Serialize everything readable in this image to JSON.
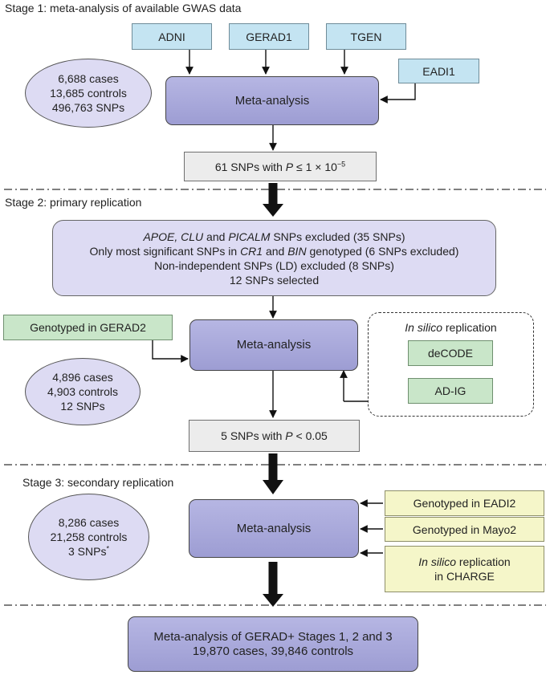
{
  "stage1": {
    "label": "Stage 1: meta-analysis of available GWAS data",
    "datasets": [
      "ADNI",
      "GERAD1",
      "TGEN",
      "EADI1"
    ],
    "sample": [
      "6,688 cases",
      "13,685 controls",
      "496,763 SNPs"
    ],
    "meta_label": "Meta-analysis",
    "result_prefix": "61 SNPs with ",
    "result_p": "P",
    "result_mid": " ≤ 1 × 10",
    "result_exp": "−5"
  },
  "stage2": {
    "label": "Stage 2: primary replication",
    "selection": {
      "line1_a": "APOE, CLU",
      "line1_b": " and ",
      "line1_c": "PICALM",
      "line1_d": " SNPs excluded (35 SNPs)",
      "line2_a": "Only most significant SNPs in ",
      "line2_b": "CR1",
      "line2_c": " and ",
      "line2_d": "BIN",
      "line2_e": " genotyped (6 SNPs excluded)",
      "line3": "Non-independent SNPs (LD) excluded (8 SNPs)",
      "line4": "12 SNPs selected"
    },
    "genotyped": "Genotyped in GERAD2",
    "meta_label": "Meta-analysis",
    "in_silico_a": "In silico",
    "in_silico_b": " replication",
    "in_silico_sets": [
      "deCODE",
      "AD-IG"
    ],
    "sample": [
      "4,896 cases",
      "4,903 controls",
      "12 SNPs"
    ],
    "result_prefix": "5 SNPs with ",
    "result_p": "P",
    "result_suffix": " < 0.05"
  },
  "stage3": {
    "label": "Stage 3: secondary replication",
    "meta_label": "Meta-analysis",
    "sample": [
      "8,286 cases",
      "21,258 controls",
      "3 SNPs"
    ],
    "sample_note": "*",
    "inputs": [
      "Genotyped in EADI2",
      "Genotyped in Mayo2"
    ],
    "charge_a": "In silico",
    "charge_b": " replication",
    "charge_c": "in CHARGE"
  },
  "final": {
    "line1": "Meta-analysis of GERAD+ Stages 1, 2 and 3",
    "line2": "19,870 cases, 39,846 controls"
  },
  "colors": {
    "meta_fill": "#a9a9dc",
    "blue_fill": "#c4e4f2",
    "grey_fill": "#ececec",
    "green_fill": "#c9e6c9",
    "yellow_fill": "#f5f6c9",
    "lavender_fill": "#dddbf3"
  }
}
